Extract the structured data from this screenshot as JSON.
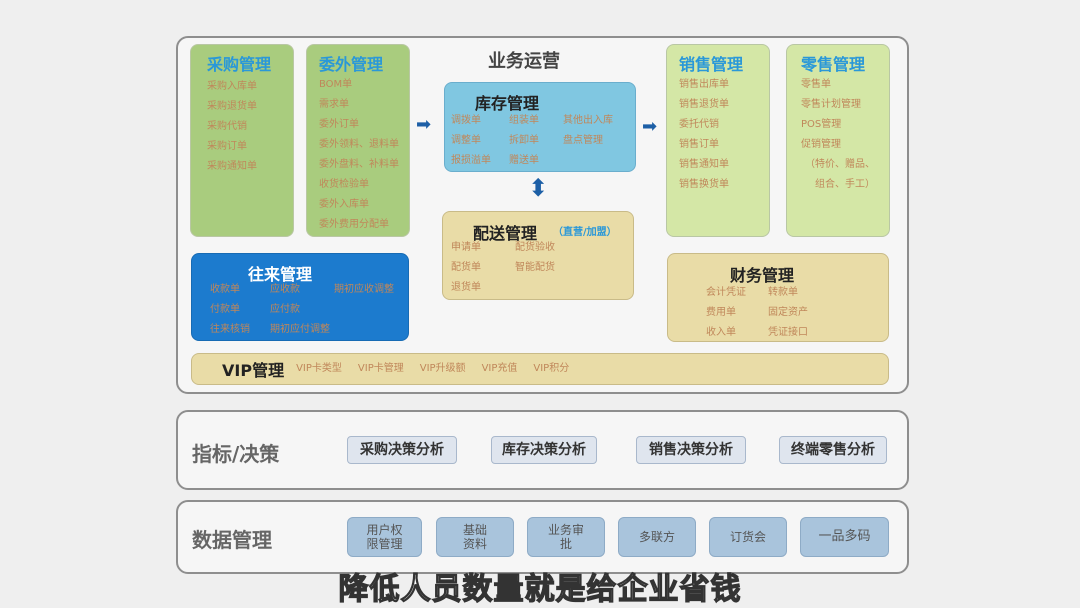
{
  "ops": {
    "title": "业务运营",
    "purchase": {
      "title": "采购管理",
      "items": [
        "采购入库单",
        "采购退货单",
        "采购代销",
        "采购订单",
        "采购通知单"
      ]
    },
    "outsource": {
      "title": "委外管理",
      "items": [
        "BOM单",
        "需求单",
        "委外订单",
        "委外领料、退料单",
        "委外盘料、补料单",
        "收货检验单",
        "委外入库单",
        "委外费用分配单"
      ]
    },
    "inventory": {
      "title": "库存管理",
      "items": [
        "调拨单",
        "组装单",
        "其他出入库",
        "调整单",
        "拆卸单",
        "盘点管理",
        "报损溢单",
        "赠送单"
      ]
    },
    "delivery": {
      "title": "配送管理",
      "note": "（直营/加盟）",
      "items": [
        "申请单",
        "配货验收",
        "配货单",
        "智能配货",
        "退货单"
      ]
    },
    "sales": {
      "title": "销售管理",
      "items": [
        "销售出库单",
        "销售退货单",
        "委托代销",
        "销售订单",
        "销售通知单",
        "销售换货单"
      ]
    },
    "retail": {
      "title": "零售管理",
      "items": [
        "零售单",
        "零售计划管理",
        "POS管理",
        "促销管理",
        "（特价、赠品、",
        "组合、手工）"
      ]
    },
    "accounts": {
      "title": "往来管理",
      "items": [
        "收款单",
        "应收款",
        "期初应收调整",
        "付款单",
        "应付款",
        "往来核销",
        "期初应付调整"
      ]
    },
    "finance": {
      "title": "财务管理",
      "items": [
        "会计凭证",
        "转款单",
        "费用单",
        "固定资产",
        "收入单",
        "凭证接口"
      ]
    },
    "vip": {
      "title": "VIP管理",
      "items": [
        "VIP卡类型",
        "VIP卡管理",
        "VIP升级额",
        "VIP充值",
        "VIP积分"
      ]
    }
  },
  "decision": {
    "title": "指标/决策",
    "buttons": [
      "采购决策分析",
      "库存决策分析",
      "销售决策分析",
      "终端零售分析"
    ]
  },
  "datamgmt": {
    "title": "数据管理",
    "buttons": [
      "用户权限管理",
      "基础资料",
      "业务审批",
      "多联方",
      "订货会",
      "一品多码"
    ]
  },
  "subtitle": "降低人员数量就是给企业省钱"
}
